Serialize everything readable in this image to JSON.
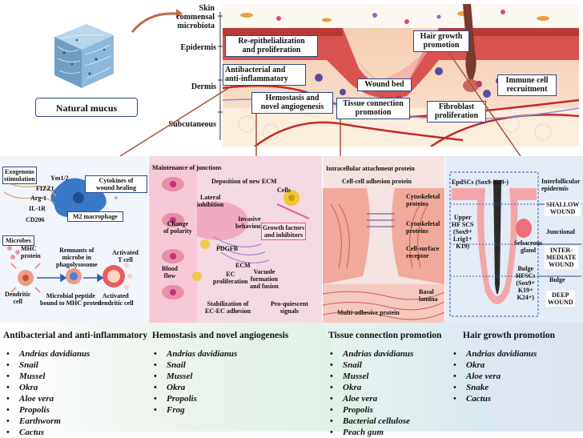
{
  "top": {
    "natural_mucus": "Natural mucus",
    "layers": {
      "skin_commensal": [
        "Skin",
        "commensal",
        "microbiota"
      ],
      "epidermis": "Epidermis",
      "dermis": "Dermis",
      "subcutaneous": "Subcutaneous"
    },
    "callouts": {
      "re_epi": [
        "Re-epithelialization",
        "and proliferation"
      ],
      "antibacterial": [
        "Antibacterial and",
        "anti-inflammatory"
      ],
      "hemostasis": [
        "Hemostasis and",
        "novel angiogenesis"
      ],
      "wound_bed": "Wound bed",
      "tissue_conn": [
        "Tissue connection",
        "promotion"
      ],
      "hair": [
        "Hair growth",
        "promotion"
      ],
      "immune": [
        "Immune cell",
        "recruitment"
      ],
      "fibroblast": [
        "Fibroblast",
        "proliferation"
      ]
    }
  },
  "panel1": {
    "exogenous": [
      "Exogenous",
      "stimulation"
    ],
    "ym": "Ym1/2",
    "fizz": "FIZZ1",
    "arg": "Arg-1",
    "il": "IL-1R",
    "cd": "CD206",
    "cytokines": [
      "Cytokines of",
      "wound healing"
    ],
    "m2": "M2 macrophage",
    "microbes": "Microbes",
    "mhc": [
      "MHC",
      "protein"
    ],
    "remnants": [
      "Remnants of",
      "microbe in",
      "phagolysosome"
    ],
    "activated_t": [
      "Activated",
      "T cell"
    ],
    "dendritic": [
      "Dendritic",
      "cell"
    ],
    "peptide": [
      "Microbial peptide",
      "bound to MHC proten"
    ],
    "activated_dc": [
      "Activated",
      "dendritic cell"
    ]
  },
  "panel2": {
    "maintenance": "Maintenance of junctions",
    "deposition": "Deposition of new ECM",
    "lateral": [
      "Lateral",
      "inhibition"
    ],
    "cells": "Cells",
    "change": [
      "Change",
      "of polarity"
    ],
    "invasive": [
      "Invasive",
      "behaviour"
    ],
    "growth": [
      "Growth factors",
      "and inhibitors"
    ],
    "pdgfb": "PDGFB",
    "blood": [
      "Blood",
      "flow"
    ],
    "ecm": "ECM",
    "ec_prolif": [
      "EC",
      "proliferation"
    ],
    "vacuole": [
      "Vacuole",
      "formation",
      "and fusion"
    ],
    "stabilization": [
      "Stabilization of",
      "EC-EC adhesion"
    ],
    "pro_quiescent": [
      "Pro-quiescent",
      "signals"
    ]
  },
  "panel3": {
    "intracellular": "Intracellular attachment protein",
    "cell_cell": "Cell-cell adhesion protein",
    "cyto1": [
      "Cytoskeletal",
      "proteins"
    ],
    "cyto2": [
      "Cytoskeletal",
      "proteins"
    ],
    "receptor": [
      "Cell-surface",
      "receptor"
    ],
    "basal": [
      "Basal",
      "lamina"
    ],
    "multi": "Multi-adhesive protein"
  },
  "panel4": {
    "epdscs": "EpdSCs (Sox9-K19-)",
    "interfollicular": [
      "Interfollicular",
      "epidermis"
    ],
    "shallow": [
      "SHALLOW",
      "WOUND"
    ],
    "upper": [
      "Upper",
      "HF SCS",
      "(Sox9+",
      "Lrig1+",
      "K19)"
    ],
    "junctional": "Junctional",
    "sebaceous": [
      "Sebaceous",
      "gland"
    ],
    "inter": [
      "INTER-",
      "MEDIATE",
      "WOUND"
    ],
    "bulge_hfscs": [
      "Bulge",
      "HFSCs",
      "(Sox9+",
      "K19+",
      "K24+)"
    ],
    "bulge": "Bulge",
    "deep": [
      "DEEP",
      "WOUND"
    ]
  },
  "titles": {
    "p1": "Antibacterial and anti-inflammatory",
    "p2": "Hemostasis and novel angiogenesis",
    "p3": "Tissue connection promotion",
    "p4": "Hair growth promotion"
  },
  "lists": {
    "p1": [
      "Andrias davidianus",
      "Snail",
      "Mussel",
      "Okra",
      "Aloe vera",
      "Propolis",
      "Earthworm",
      "Cactus"
    ],
    "p2": [
      "Andrias davidianus",
      "Snail",
      "Mussel",
      "Okra",
      "Propolis",
      "Frog"
    ],
    "p3": [
      "Andrias davidianus",
      "Snail",
      "Mussel",
      "Okra",
      "Aloe vera",
      "Propolis",
      "Bacterial cellulose",
      "Peach gum"
    ],
    "p4": [
      "Andrias davidianus",
      "Okra",
      "Aloe vera",
      "Snake",
      "Cactus"
    ]
  },
  "colors": {
    "box_border": "#2c4a8a",
    "skin": "#f2c7a8",
    "epidermis": "#d9534f",
    "panel1_bg": "#f2f5fb",
    "panel2_bg": "#f3d9e4",
    "panel3_bg": "#f4e3e0",
    "panel4_bg": "#e3ebf7"
  }
}
